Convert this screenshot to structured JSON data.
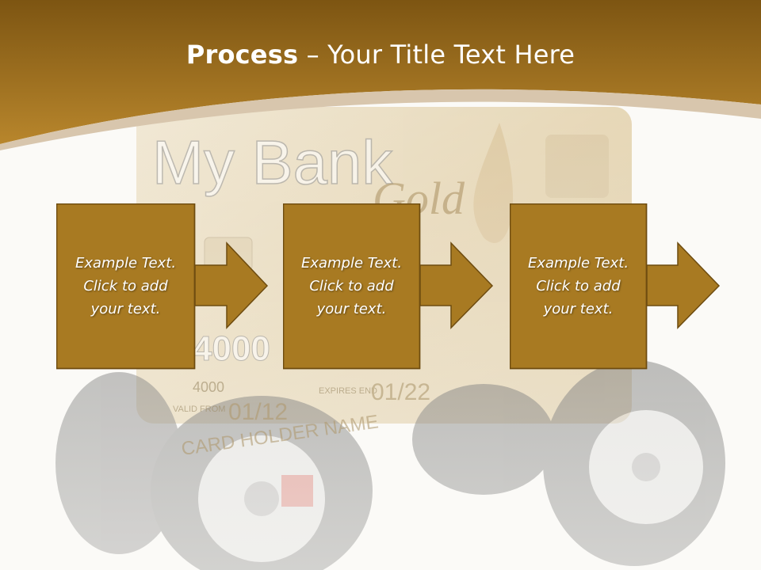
{
  "slide": {
    "title_bold": "Process",
    "title_rest": " – Your Title Text Here"
  },
  "background": {
    "card_brand": "My Bank",
    "card_tier": "Gold",
    "card_number": "4000",
    "card_number_small": "4000",
    "valid_from_label": "VALID\nFROM",
    "valid_from": "01/12",
    "expires_label": "EXPIRES\nEND",
    "expires": "01/22",
    "card_holder": "CARD HOLDER NAME"
  },
  "steps": [
    {
      "text": "Example Text.\nClick  to add\nyour text."
    },
    {
      "text": "Example Text.\nClick  to add\nyour text."
    },
    {
      "text": "Example Text.\nClick  to add\nyour text."
    }
  ],
  "colors": {
    "header": "#a8781f",
    "box_fill": "#a87a22",
    "box_stroke": "#6e4c10",
    "swoosh": "#d8c6ad"
  }
}
